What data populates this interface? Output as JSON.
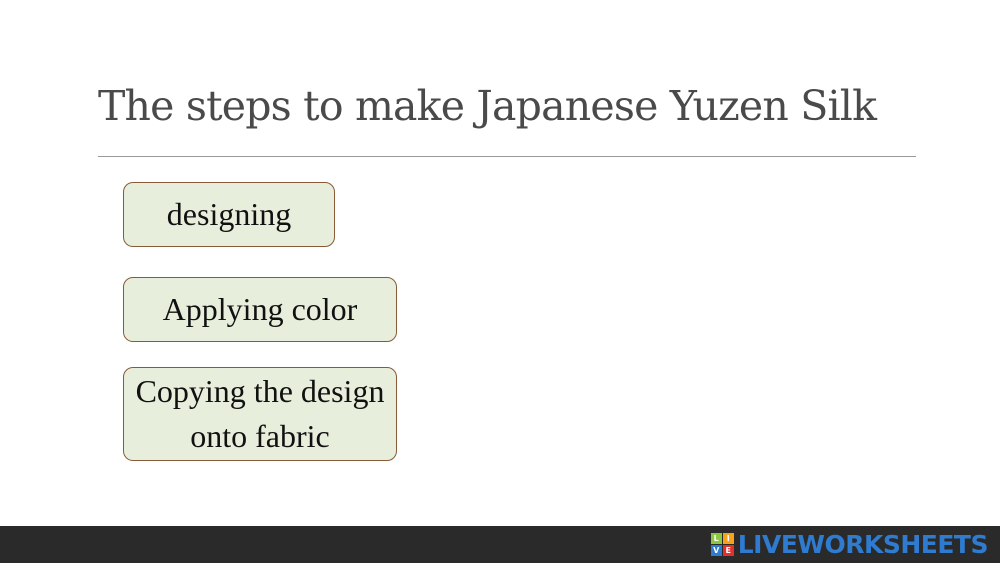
{
  "slide": {
    "title": "The steps to make Japanese Yuzen Silk"
  },
  "steps": [
    {
      "label": "designing"
    },
    {
      "label": "Applying color"
    },
    {
      "label": "Copying the design onto fabric"
    }
  ],
  "footer": {
    "logo_letters": [
      "L",
      "I",
      "V",
      "E"
    ],
    "brand_name": "LIVEWORKSHEETS",
    "logo_colors": [
      "#8dc63f",
      "#f7a21b",
      "#2e7bcf",
      "#e2312d"
    ],
    "brand_color": "#2e7bcf"
  },
  "colors": {
    "card_fill": "#e8eedc",
    "card_border": "#8a5a38",
    "footer_bg": "#2a2a2a"
  }
}
